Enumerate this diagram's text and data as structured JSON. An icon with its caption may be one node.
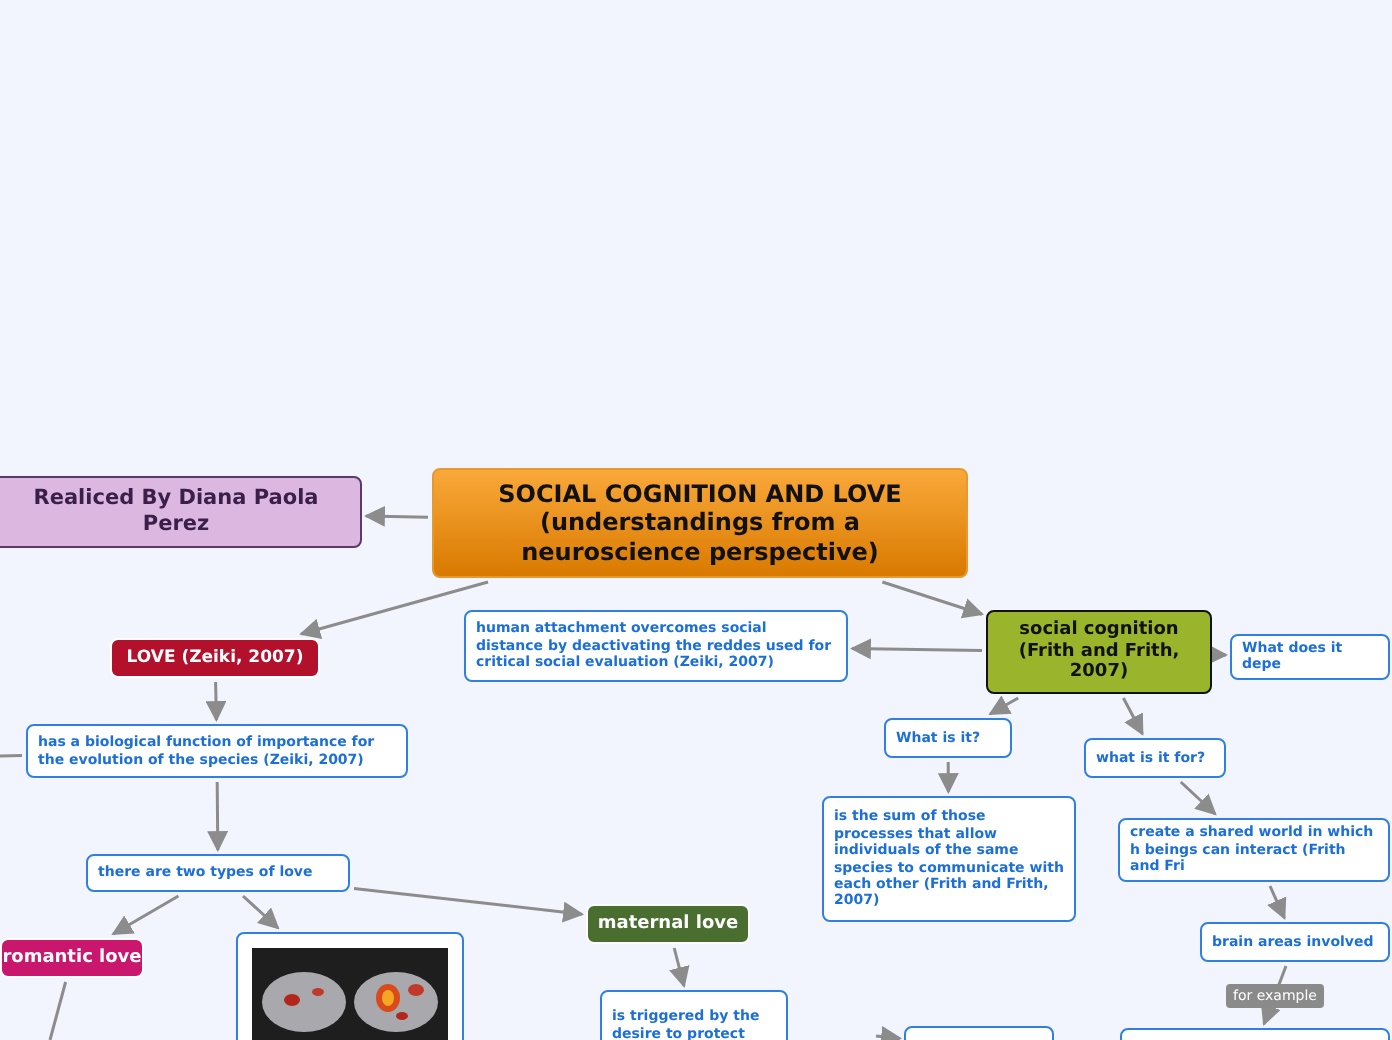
{
  "diagram": {
    "nodes": [
      {
        "text": [
          "SOCIAL COGNITION AND LOVE (understandings from a neuroscience perspective)"
        ]
      },
      {
        "text": [
          "Realiced By Diana Paola Perez"
        ]
      },
      {
        "text": [
          "LOVE (Zeiki, 2007)"
        ]
      },
      {
        "text": [
          "has a biological function of importance for the evolution of the species (Zeiki, 2007)"
        ]
      },
      {
        "text": [
          "there are two types of love"
        ]
      },
      {
        "text": [
          "romantic love"
        ]
      },
      {
        "text": [],
        "shape": "picture"
      },
      {
        "text": [
          "maternal love"
        ]
      },
      {
        "text": [
          "is triggered by the desire to protect"
        ]
      },
      {
        "text": [
          "human attachment overcomes social distance by deactivating the reddes used for critical social evaluation (Zeiki, 2007)"
        ]
      },
      {
        "text": [
          "social cognition (Frith and Frith, 2007)"
        ]
      },
      {
        "text": [
          "What does it depe"
        ]
      },
      {
        "text": [
          "What is it?"
        ]
      },
      {
        "text": [
          "is the sum of those processes that allow individuals of the same species to communicate with each other (Frith and Frith, 2007)"
        ]
      },
      {
        "text": [
          "what is it for?"
        ]
      },
      {
        "text": [
          "create a shared world in which h beings can interact (Frith and Fri"
        ]
      },
      {
        "text": [
          "brain areas involved"
        ]
      },
      {
        "text": [],
        "shape": "box"
      },
      {
        "text": [],
        "shape": "box"
      }
    ],
    "edges": [
      {
        "from": 0,
        "to": 1,
        "arrow": "to"
      },
      {
        "from": 0,
        "to": 2,
        "arrow": "to"
      },
      {
        "from": 0,
        "to": 10,
        "arrow": "to"
      },
      {
        "from": 10,
        "to": 9,
        "arrow": "to"
      },
      {
        "from": 10,
        "to": 11,
        "arrow": "to"
      },
      {
        "from": 10,
        "to": 12,
        "arrow": "to"
      },
      {
        "from": 10,
        "to": 14,
        "arrow": "to"
      },
      {
        "from": 2,
        "to": 3,
        "arrow": "to"
      },
      {
        "from": 3,
        "to": null,
        "arrow": "none"
      },
      {
        "from": 3,
        "to": 4,
        "arrow": "to"
      },
      {
        "from": 4,
        "to": 5,
        "arrow": "to"
      },
      {
        "from": 4,
        "to": 6,
        "arrow": "to"
      },
      {
        "from": 4,
        "to": 7,
        "arrow": "to"
      },
      {
        "from": 7,
        "to": 8,
        "arrow": "to"
      },
      {
        "from": 5,
        "to": null,
        "arrow": "none"
      },
      {
        "from": 12,
        "to": 13,
        "arrow": "to"
      },
      {
        "from": 14,
        "to": 15,
        "arrow": "to"
      },
      {
        "from": 15,
        "to": 16,
        "arrow": "to"
      },
      {
        "from": 16,
        "to": 18,
        "label": "for example",
        "arrow": "to"
      },
      {
        "from": null,
        "to": 17,
        "arrow": "to"
      }
    ]
  }
}
